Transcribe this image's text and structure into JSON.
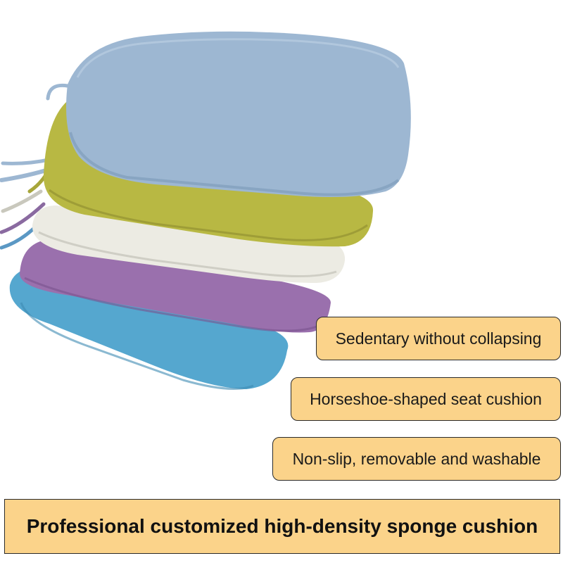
{
  "features": [
    "Sedentary without collapsing",
    "Horseshoe-shaped seat cushion",
    "Non-slip, removable and washable"
  ],
  "headline": "Professional customized high-density sponge cushion",
  "colors": {
    "tag_fill": "#fbd38a",
    "cushion_blue": "#9db7d2",
    "cushion_olive": "#b8b843",
    "cushion_cream": "#ecebe3",
    "cushion_purple": "#9a70ad",
    "cushion_turquoise": "#55a7cf"
  }
}
